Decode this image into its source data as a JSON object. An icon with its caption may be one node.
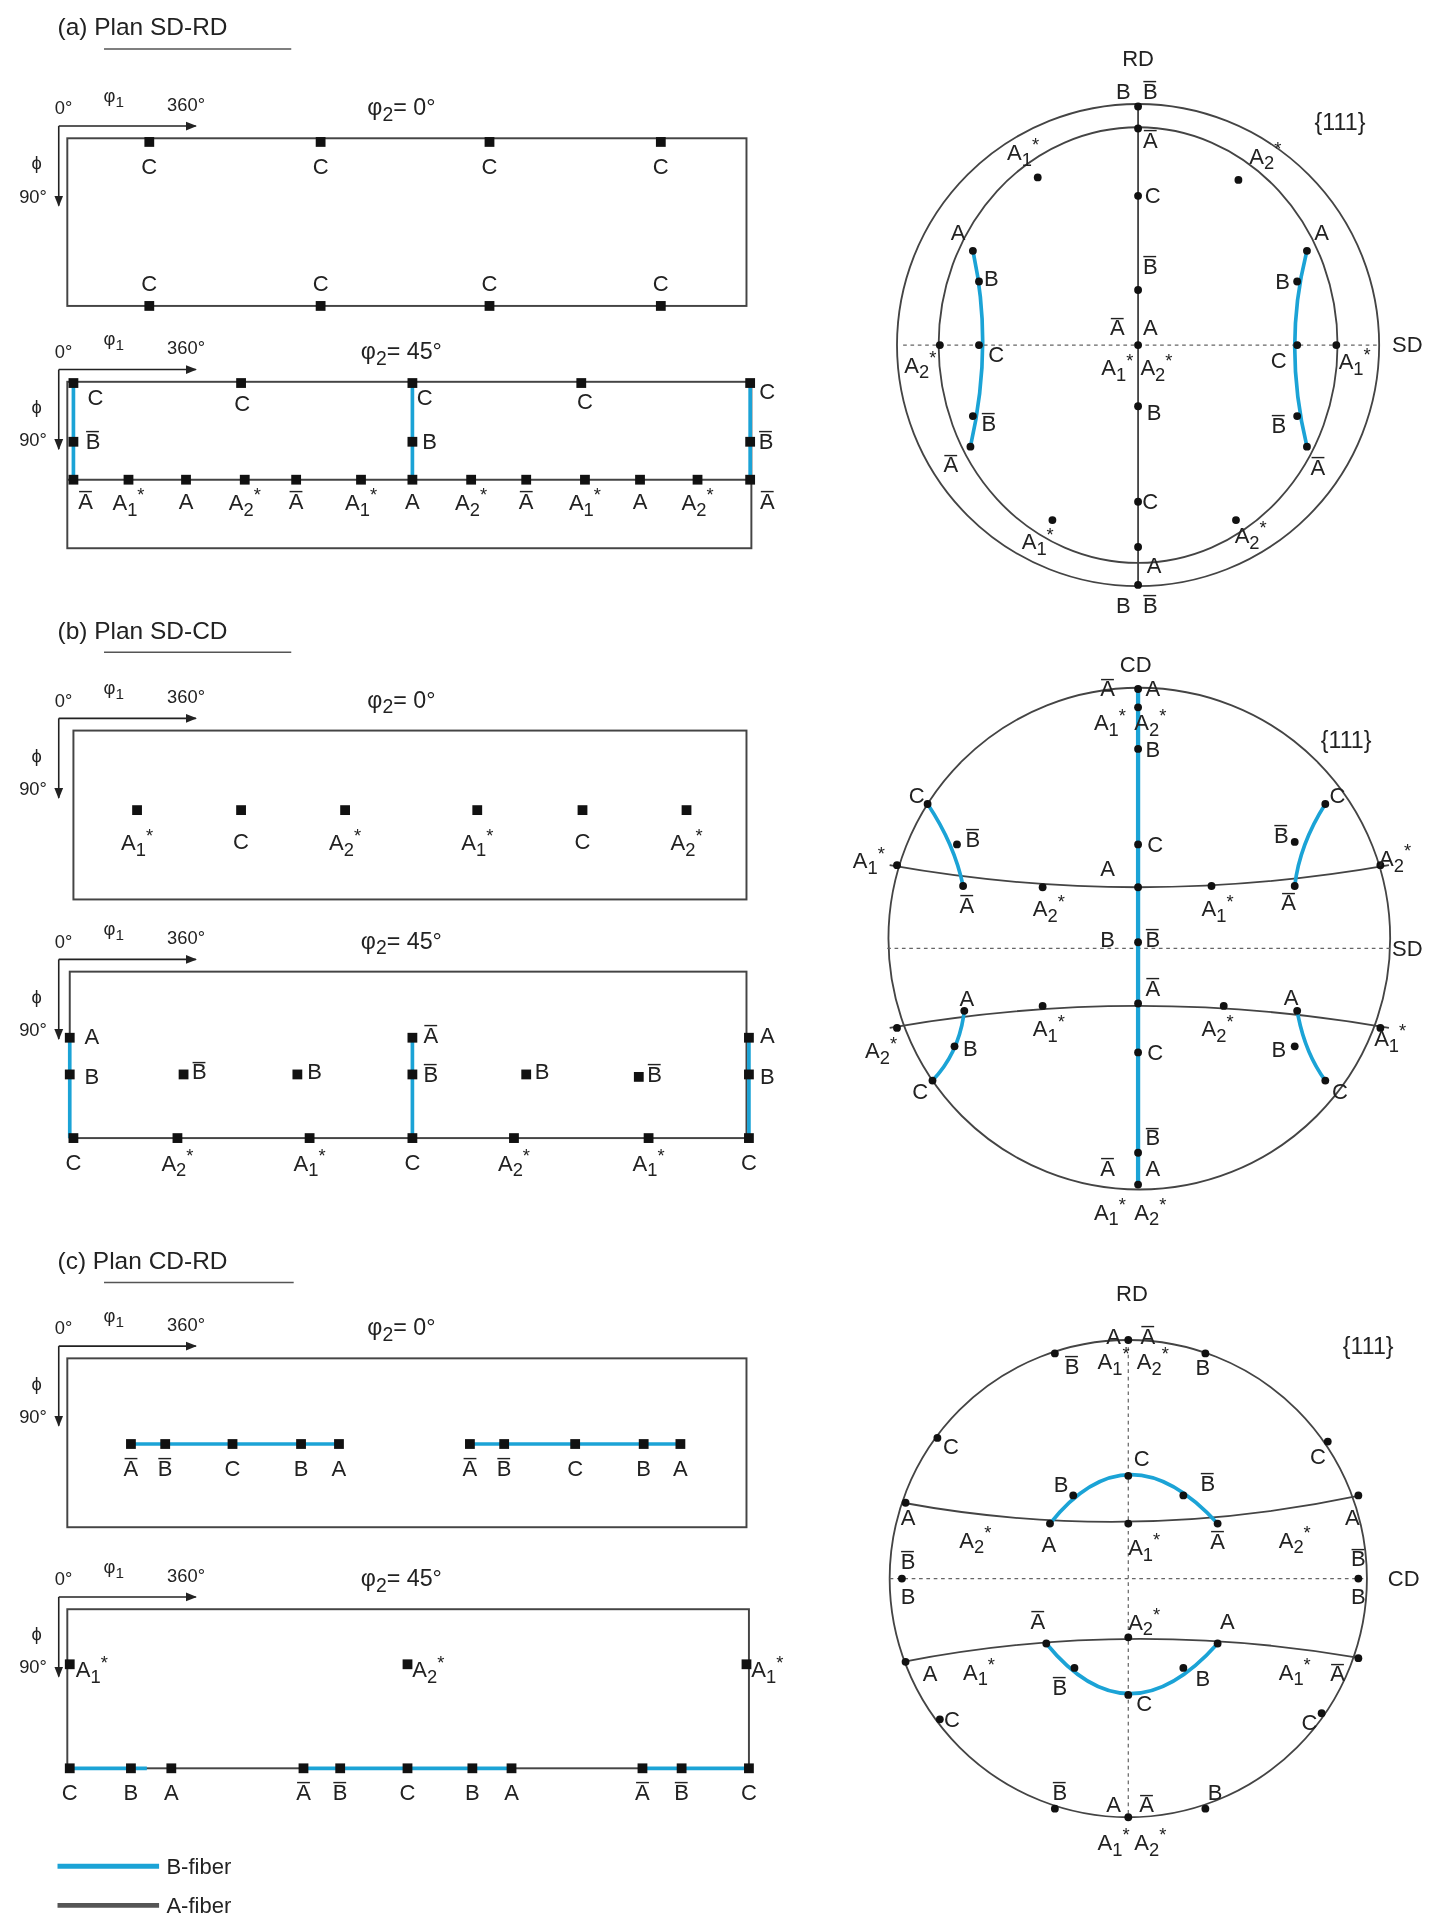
{
  "diagram": {
    "labels": [
      "(a) Plan SD-RD",
      "0°",
      "φ$_{1}$",
      "360°",
      "φ$_{2}$= 0°",
      "ϕ",
      "90°",
      "C",
      "C",
      "C",
      "C",
      "C",
      "C",
      "C",
      "C",
      "0°",
      "φ$_{1}$",
      "360°",
      "φ$_{2}$= 45°",
      "ϕ",
      "90°",
      "C",
      "C",
      "C",
      "C",
      "C",
      "B̅",
      "B",
      "B̅",
      "A̅",
      "A$_{1}$$^{*}$",
      "A",
      "A$_{2}$$^{*}$",
      "A̅",
      "A$_{1}$$^{*}$",
      "A",
      "A$_{2}$$^{*}$",
      "A̅",
      "A$_{1}$$^{*}$",
      "A",
      "A$_{2}$$^{*}$",
      "A̅",
      "RD",
      "B",
      "B̅",
      "{111}",
      "A$_{1}$$^{*}$",
      "A̅",
      "A$_{2}$$^{*}$",
      "C",
      "A",
      "A",
      "B̅",
      "B",
      "B",
      "A̅",
      "A",
      "A$_{2}$$^{*}$",
      "C",
      "A$_{1}$$^{*}$",
      "A$_{2}$$^{*}$",
      "C",
      "A$_{1}$$^{*}$",
      "SD",
      "B",
      "B̅",
      "B̅",
      "A̅",
      "A̅",
      "C",
      "A$_{1}$$^{*}$",
      "A$_{2}$$^{*}$",
      "A",
      "B",
      "B̅",
      "(b) Plan SD-CD",
      "0°",
      "φ$_{1}$",
      "360°",
      "φ$_{2}$= 0°",
      "ϕ",
      "90°",
      "A$_{1}$$^{*}$",
      "C",
      "A$_{2}$$^{*}$",
      "A$_{1}$$^{*}$",
      "C",
      "A$_{2}$$^{*}$",
      "0°",
      "φ$_{1}$",
      "360°",
      "φ$_{2}$= 45°",
      "ϕ",
      "90°",
      "A",
      "A̅",
      "A",
      "B",
      "B̅",
      "B",
      "B̅",
      "B",
      "B̅",
      "B",
      "C",
      "A$_{2}$$^{*}$",
      "A$_{1}$$^{*}$",
      "C",
      "A$_{2}$$^{*}$",
      "A$_{1}$$^{*}$",
      "C",
      "CD",
      "A̅",
      "A",
      "A$_{1}$$^{*}$",
      "A$_{2}$$^{*}$",
      "{111}",
      "B",
      "C",
      "C",
      "B̅",
      "B̅",
      "C",
      "A$_{1}$$^{*}$",
      "A",
      "A$_{2}$$^{*}$",
      "A̅",
      "A$_{2}$$^{*}$",
      "A$_{1}$$^{*}$",
      "A̅",
      "B",
      "B̅",
      "SD",
      "A̅",
      "A",
      "A",
      "A$_{1}$$^{*}$",
      "A$_{2}$$^{*}$",
      "A$_{1}$$^{*}$",
      "A$_{2}$$^{*}$",
      "B",
      "C",
      "B",
      "C",
      "C",
      "B̅",
      "A̅",
      "A",
      "A$_{1}$$^{*}$",
      "A$_{2}$$^{*}$",
      "(c) Plan CD-RD",
      "0°",
      "φ$_{1}$",
      "360°",
      "φ$_{2}$= 0°",
      "ϕ",
      "90°",
      "A̅",
      "B̅",
      "C",
      "B",
      "A",
      "A̅",
      "B̅",
      "C",
      "B",
      "A",
      "0°",
      "φ$_{1}$",
      "360°",
      "φ$_{2}$= 45°",
      "ϕ",
      "90°",
      "A$_{1}$$^{*}$",
      "A$_{2}$$^{*}$",
      "A$_{1}$$^{*}$",
      "C",
      "B",
      "A",
      "A̅",
      "B̅",
      "C",
      "B",
      "A",
      "A̅",
      "B̅",
      "C",
      "RD",
      "A",
      "A̅",
      "{111}",
      "B̅",
      "A$_{1}$$^{*}$",
      "A$_{2}$$^{*}$",
      "B",
      "C",
      "C",
      "C",
      "B",
      "B̅",
      "A",
      "A",
      "A$_{2}$$^{*}$",
      "A",
      "A$_{1}$$^{*}$",
      "A̅",
      "A$_{2}$$^{*}$",
      "B̅",
      "B̅",
      "CD",
      "B",
      "B",
      "A̅",
      "A$_{2}$$^{*}$",
      "A",
      "A",
      "A$_{1}$$^{*}$",
      "A$_{1}$$^{*}$",
      "A̅",
      "B̅",
      "B",
      "C",
      "C",
      "C",
      "B̅",
      "B",
      "A",
      "A̅",
      "A$_{1}$$^{*}$",
      "A$_{2}$$^{*}$"
    ],
    "legend": [
      {
        "text": "B-fiber"
      },
      {
        "text": "A-fiber"
      }
    ]
  }
}
